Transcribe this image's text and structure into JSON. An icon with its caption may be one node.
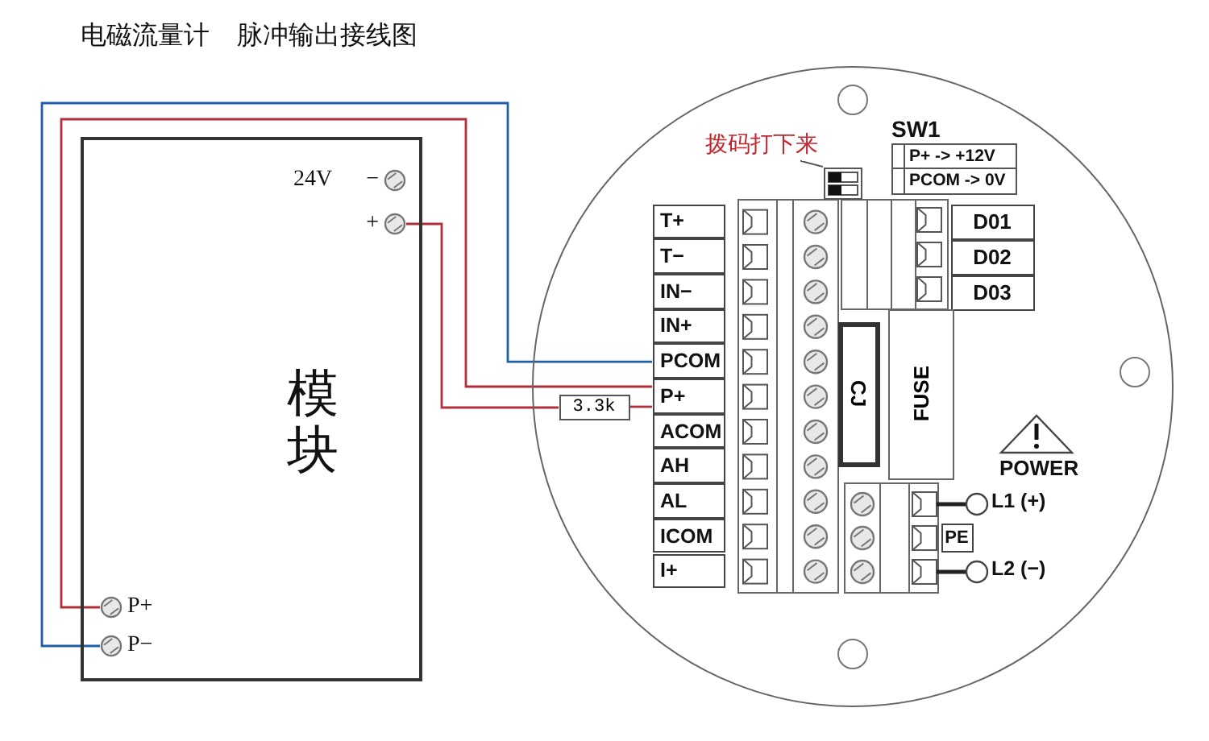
{
  "diagram": {
    "title": "电磁流量计 脉冲输出接线图",
    "nodes": [
      {
        "text": [
          "模块"
        ]
      },
      {
        "text": [
          "−"
        ],
        "beside": [
          "24V"
        ],
        "in": 0
      },
      {
        "text": [
          "+"
        ],
        "in": 0
      },
      {
        "text": [
          "P+"
        ],
        "in": 0
      },
      {
        "text": [
          "P−"
        ],
        "in": 0
      },
      {
        "text": [
          "3.3k"
        ],
        "in": 6
      },
      {
        "text": [],
        "shape": "circle"
      },
      {
        "text": [
          "拨码打下来"
        ],
        "in": 6
      },
      {
        "text": [],
        "shape": "box",
        "in": 6
      },
      {
        "text": [
          "T+"
        ],
        "in": 6
      },
      {
        "text": [
          "T−"
        ],
        "in": 6
      },
      {
        "text": [
          "IN−"
        ],
        "in": 6
      },
      {
        "text": [
          "IN+"
        ],
        "in": 6
      },
      {
        "text": [
          "PCOM"
        ],
        "in": 6
      },
      {
        "text": [
          "P+"
        ],
        "in": 6
      },
      {
        "text": [
          "ACOM"
        ],
        "in": 6
      },
      {
        "text": [
          "AH"
        ],
        "in": 6
      },
      {
        "text": [
          "AL"
        ],
        "in": 6
      },
      {
        "text": [
          "ICOM"
        ],
        "in": 6
      },
      {
        "text": [
          "I+"
        ],
        "in": 6
      },
      {
        "text": [
          "D01"
        ],
        "in": 6
      },
      {
        "text": [
          "D02"
        ],
        "in": 6
      },
      {
        "text": [
          "D03"
        ],
        "in": 6
      },
      {
        "text": [
          "CJ"
        ],
        "in": 6
      },
      {
        "text": [
          "FUSE"
        ],
        "in": 6
      },
      {
        "text": [
          "PE"
        ],
        "in": 6
      }
    ],
    "edges": [
      {
        "from": 4,
        "to": 13,
        "arrow": "none",
        "color": "#1f5fa8"
      },
      {
        "from": 3,
        "to": 14,
        "arrow": "none"
      },
      {
        "from": 2,
        "to": 5,
        "arrow": "none"
      },
      {
        "from": 5,
        "to": 14,
        "arrow": "none"
      },
      {
        "from": 7,
        "to": 8,
        "arrow": "none",
        "color": "#555555"
      }
    ],
    "labels": [
      "SW1",
      "P+ -> +12V",
      "PCOM -> 0V",
      "POWER",
      "L1 (+)",
      "L2 (−)"
    ]
  }
}
